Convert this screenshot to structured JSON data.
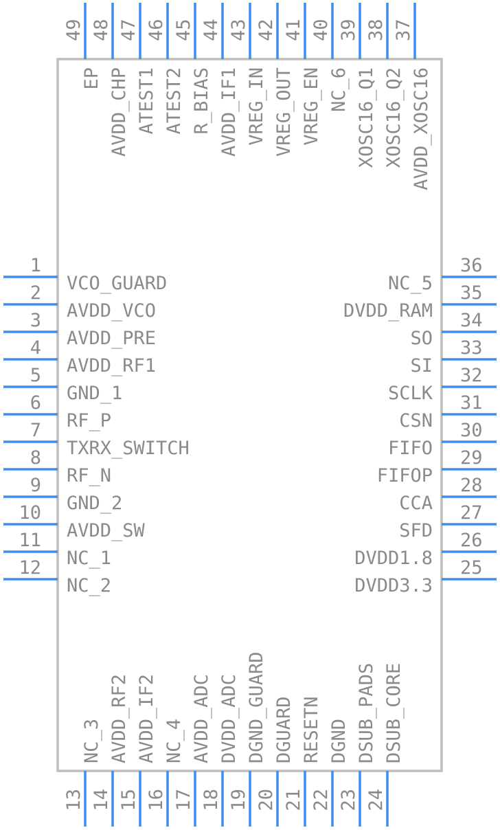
{
  "colors": {
    "pin": "#3d8cf0",
    "body_outline": "#bdbdbd",
    "text": "#8a8a8a",
    "background": "#ffffff"
  },
  "pins": {
    "left": [
      {
        "num": "1",
        "name": "VCO_GUARD"
      },
      {
        "num": "2",
        "name": "AVDD_VCO"
      },
      {
        "num": "3",
        "name": "AVDD_PRE"
      },
      {
        "num": "4",
        "name": "AVDD_RF1"
      },
      {
        "num": "5",
        "name": "GND_1"
      },
      {
        "num": "6",
        "name": "RF_P"
      },
      {
        "num": "7",
        "name": "TXRX_SWITCH"
      },
      {
        "num": "8",
        "name": "RF_N"
      },
      {
        "num": "9",
        "name": "GND_2"
      },
      {
        "num": "10",
        "name": "AVDD_SW"
      },
      {
        "num": "11",
        "name": "NC_1"
      },
      {
        "num": "12",
        "name": "NC_2"
      }
    ],
    "bottom": [
      {
        "num": "13",
        "name": "NC_3"
      },
      {
        "num": "14",
        "name": "AVDD_RF2"
      },
      {
        "num": "15",
        "name": "AVDD_IF2"
      },
      {
        "num": "16",
        "name": "NC_4"
      },
      {
        "num": "17",
        "name": "AVDD_ADC"
      },
      {
        "num": "18",
        "name": "DVDD_ADC"
      },
      {
        "num": "19",
        "name": "DGND_GUARD"
      },
      {
        "num": "20",
        "name": "DGUARD"
      },
      {
        "num": "21",
        "name": "RESETN"
      },
      {
        "num": "22",
        "name": "DGND"
      },
      {
        "num": "23",
        "name": "DSUB_PADS"
      },
      {
        "num": "24",
        "name": "DSUB_CORE"
      }
    ],
    "right": [
      {
        "num": "25",
        "name": "DVDD3.3"
      },
      {
        "num": "26",
        "name": "DVDD1.8"
      },
      {
        "num": "27",
        "name": "SFD"
      },
      {
        "num": "28",
        "name": "CCA"
      },
      {
        "num": "29",
        "name": "FIFOP"
      },
      {
        "num": "30",
        "name": "FIFO"
      },
      {
        "num": "31",
        "name": "CSN"
      },
      {
        "num": "32",
        "name": "SCLK"
      },
      {
        "num": "33",
        "name": "SI"
      },
      {
        "num": "34",
        "name": "SO"
      },
      {
        "num": "35",
        "name": "DVDD_RAM"
      },
      {
        "num": "36",
        "name": "NC_5"
      }
    ],
    "top": [
      {
        "num": "37",
        "name": "AVDD_XOSC16"
      },
      {
        "num": "38",
        "name": "XOSC16_Q2"
      },
      {
        "num": "39",
        "name": "XOSC16_Q1"
      },
      {
        "num": "40",
        "name": "NC_6"
      },
      {
        "num": "41",
        "name": "VREG_EN"
      },
      {
        "num": "42",
        "name": "VREG_OUT"
      },
      {
        "num": "43",
        "name": "VREG_IN"
      },
      {
        "num": "44",
        "name": "AVDD_IF1"
      },
      {
        "num": "45",
        "name": "R_BIAS"
      },
      {
        "num": "46",
        "name": "ATEST2"
      },
      {
        "num": "47",
        "name": "ATEST1"
      },
      {
        "num": "48",
        "name": "AVDD_CHP"
      },
      {
        "num": "49",
        "name": "EP"
      }
    ]
  }
}
